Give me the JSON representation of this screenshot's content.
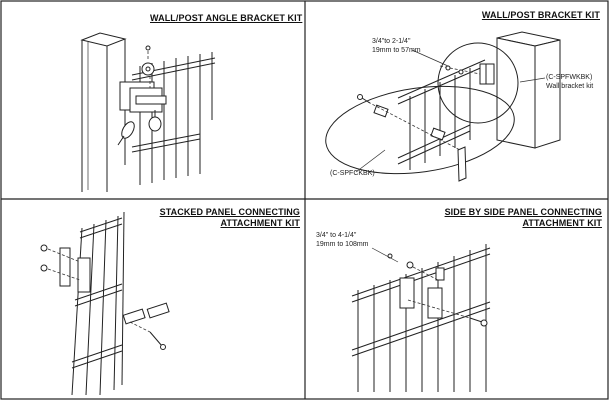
{
  "panels": {
    "wall_post_angle": {
      "title": "WALL/POST  ANGLE BRACKET KIT"
    },
    "wall_post": {
      "title": "WALL/POST BRACKET KIT",
      "range_imperial": "3/4\"to 2-1/4\"",
      "range_metric": "19mm to 57mm",
      "wall_code": "(C-SPFWKBK)",
      "wall_name": "Wall bracket kit",
      "post_code": "(C-SPFCKBK)"
    },
    "stacked": {
      "title_line1": "STACKED PANEL CONNECTING",
      "title_line2": "ATTACHMENT KIT"
    },
    "side_by_side": {
      "title_line1": "SIDE BY SIDE PANEL CONNECTING",
      "title_line2": "ATTACHMENT KIT",
      "range_imperial": "3/4\" to 4-1/4\"",
      "range_metric": "19mm to 108mm"
    }
  }
}
